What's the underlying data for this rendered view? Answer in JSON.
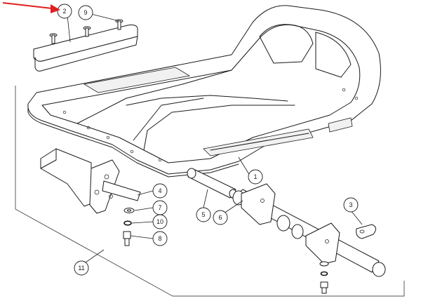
{
  "callouts": [
    {
      "id": "c1",
      "label": "1"
    },
    {
      "id": "c2",
      "label": "2"
    },
    {
      "id": "c3",
      "label": "3"
    },
    {
      "id": "c4",
      "label": "4"
    },
    {
      "id": "c5",
      "label": "5"
    },
    {
      "id": "c6",
      "label": "6"
    },
    {
      "id": "c7",
      "label": "7"
    },
    {
      "id": "c8",
      "label": "8"
    },
    {
      "id": "c9",
      "label": "9"
    },
    {
      "id": "c10",
      "label": "10"
    },
    {
      "id": "c11",
      "label": "11"
    }
  ],
  "colors": {
    "line": "#1a1a1a",
    "highlight_arrow": "#e02020",
    "background": "#ffffff"
  }
}
